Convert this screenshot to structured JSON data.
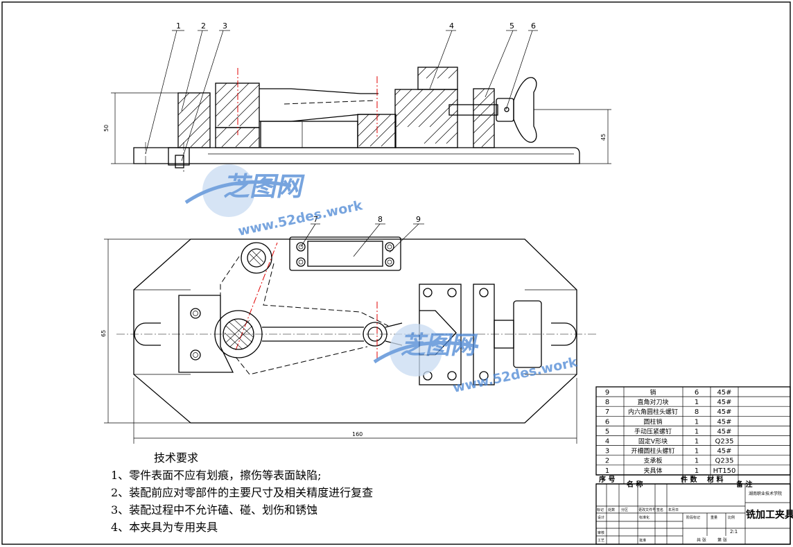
{
  "balloons": [
    "1",
    "2",
    "3",
    "4",
    "5",
    "6",
    "7",
    "8",
    "9"
  ],
  "dims": {
    "height_a": "50",
    "height_b": "45",
    "width_top": "65",
    "width_bottom": "160"
  },
  "watermark": {
    "brand": "芝图网",
    "url": "www.52des.work"
  },
  "notes": {
    "title": "技术要求",
    "items": [
      "1、零件表面不应有划痕，擦伤等表面缺陷;",
      "2、装配前应对零部件的主要尺寸及相关精度进行复查",
      "3、装配过程中不允许磕、碰、划伤和锈蚀",
      "4、本夹具为专用夹具"
    ]
  },
  "bom": {
    "rows": [
      {
        "no": "9",
        "name": "销",
        "qty": "6",
        "mat": "45#"
      },
      {
        "no": "8",
        "name": "直角对刀块",
        "qty": "1",
        "mat": "45#"
      },
      {
        "no": "7",
        "name": "内六角圆柱头螺钉",
        "qty": "8",
        "mat": "45#"
      },
      {
        "no": "6",
        "name": "圆柱销",
        "qty": "1",
        "mat": "45#"
      },
      {
        "no": "5",
        "name": "手动压紧螺钉",
        "qty": "1",
        "mat": "45#"
      },
      {
        "no": "4",
        "name": "固定V形块",
        "qty": "1",
        "mat": "Q235"
      },
      {
        "no": "3",
        "name": "开槽圆柱头螺钉",
        "qty": "1",
        "mat": "45#"
      },
      {
        "no": "2",
        "name": "支承板",
        "qty": "1",
        "mat": "Q235"
      },
      {
        "no": "1",
        "name": "夹具体",
        "qty": "1",
        "mat": "HT150"
      }
    ],
    "header": {
      "seq": "序 号",
      "name": "名 称",
      "qty": "件 数",
      "mat": "材 料",
      "remark": "备 注"
    }
  },
  "titleblock": {
    "school": "湖南职业技术学院",
    "drawing_title": "铣加工夹具",
    "scale": "2:1",
    "labels": [
      "标记",
      "处数",
      "分区",
      "更改文件号",
      "签名",
      "年月日",
      "设计",
      "标准化",
      "审核",
      "工艺",
      "批准",
      "阶段标记",
      "重量",
      "比例",
      "共 张",
      "第 张"
    ]
  }
}
